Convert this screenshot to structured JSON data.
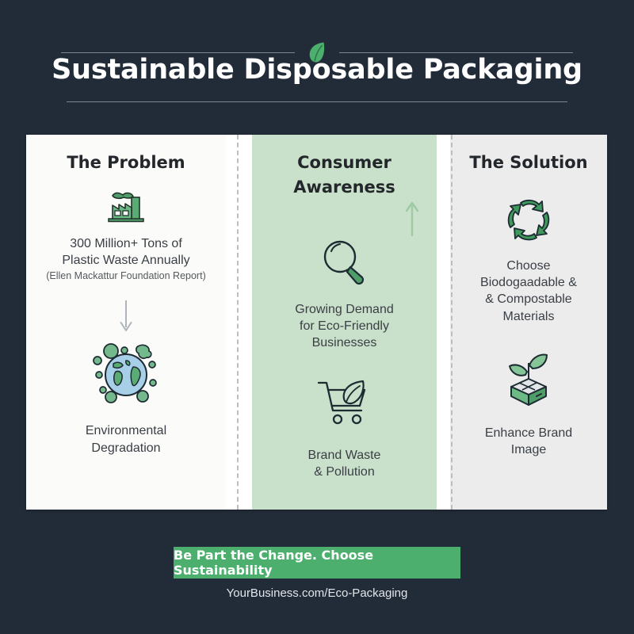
{
  "header": {
    "title": "Sustainable Disposable Packaging",
    "leaf_icon": "leaf-icon"
  },
  "columns": [
    {
      "id": "problem",
      "title": "The Problem",
      "top_icon": "factory-icon",
      "top_text_line1": "300 Million+ Tons of",
      "top_text_line2": "Plastic Waste Annually",
      "attribution": "(Ellen Mackattur Foundation Report)",
      "connector_icon": "down-arrow-icon",
      "bottom_icon": "earth-globe-icon",
      "bottom_text_line1": "Environmental",
      "bottom_text_line2": "Degradation",
      "background": "#fbfbf9"
    },
    {
      "id": "awareness",
      "title_line1": "Consumer",
      "title_line2": "Awareness",
      "top_icon": "magnifying-glass-icon",
      "trend_icon": "up-arrow-icon",
      "top_text_line1": "Growing Demand",
      "top_text_line2": "for Eco-Friendly",
      "top_text_line3": "Businesses",
      "bottom_icon": "shopping-cart-leaf-icon",
      "bottom_text_line1": "Brand Waste",
      "bottom_text_line2": "& Pollution",
      "background": "#c9e0ca"
    },
    {
      "id": "solution",
      "title": "The Solution",
      "top_icon": "recycling-icon",
      "top_text_line1": "Choose",
      "top_text_line2": "Biodogaadable &",
      "top_text_line3": "& Compostable",
      "top_text_line4": "Materials",
      "bottom_icon": "box-sprout-icon",
      "bottom_text_line1": "Enhance Brand",
      "bottom_text_line2": "Image",
      "background": "#ececec"
    }
  ],
  "footer": {
    "cta_label": "Be Part the Change. Choose Sustainability",
    "url": "YourBusiness.com/Eco-Packaging"
  },
  "colors": {
    "page_background": "#222b38",
    "accent_green": "#4caf6d",
    "panel_green": "#c9e0ca",
    "panel_gray": "#ececec",
    "panel_white": "#fbfbf9",
    "rule": "#7b8491",
    "title_text": "#ffffff"
  }
}
